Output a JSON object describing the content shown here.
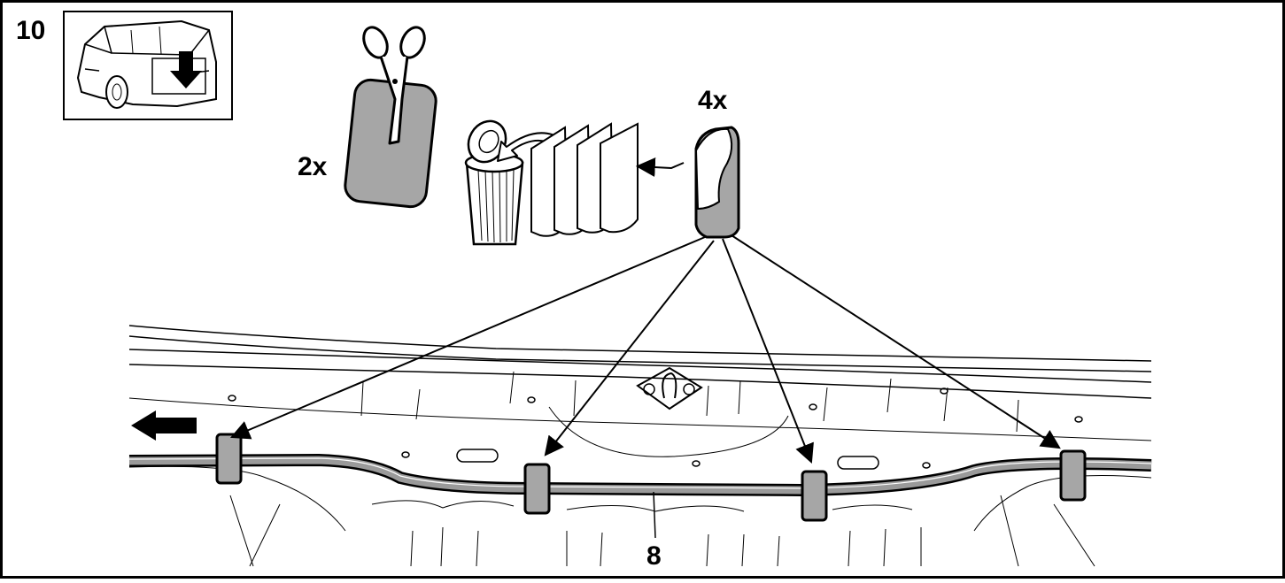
{
  "step_number": "10",
  "labels": {
    "cut_quantity": "2x",
    "pad_quantity": "4x",
    "harness_callout": "8"
  },
  "colors": {
    "pad_fill": "#a6a6a6",
    "cable_fill": "#9a9a9a",
    "line": "#000000",
    "background": "#ffffff"
  },
  "icons": {
    "inset": "car-rear-liftgate-open-icon",
    "tool": "scissors-icon",
    "disposal": "trash-can-icon",
    "direction": "arrow-left-icon"
  }
}
